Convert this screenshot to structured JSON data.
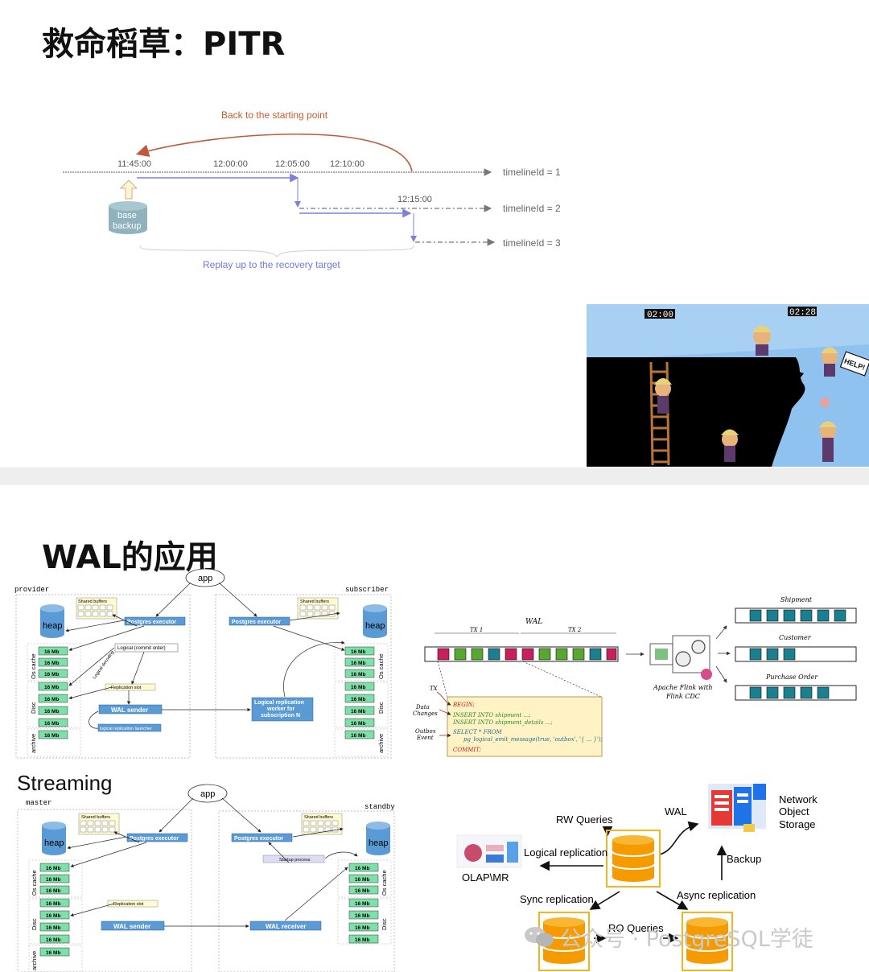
{
  "slide1": {
    "title": "救命稻草：PITR",
    "pitr": {
      "back_label": "Back to the starting point",
      "replay_label": "Replay up to the recovery target",
      "times": [
        "11:45:00",
        "12:00:00",
        "12:05:00",
        "12:10:00",
        "12:15:00"
      ],
      "timelines": [
        "timelineId = 1",
        "timelineId = 2",
        "timelineId = 3"
      ],
      "base_backup": [
        "base",
        "backup"
      ]
    },
    "cartoon": {
      "clock_left": "02:00",
      "clock_right": "02:28",
      "sign": "HELP!"
    }
  },
  "slide2": {
    "title": "WAL的应用",
    "logical": {
      "app": "app",
      "provider": "provider",
      "subscriber": "subscriber",
      "shared_buffers": "Shared buffers",
      "heap": "heap",
      "postgres_executor": "Postgres executor",
      "os_cache": "Os cache",
      "disc": "Disc",
      "archive": "archive",
      "seg": "16 Mb",
      "logical_commit": "Logical (commit order)",
      "logical_decoding": "Logical decoding",
      "replication_slot": "Replication slot",
      "wal_sender": "WAL sender",
      "launcher": "logical replication launcher",
      "worker": [
        "Logical replication",
        "worker for",
        "subscription N"
      ]
    },
    "cdc": {
      "wal": "WAL",
      "tx1": "TX 1",
      "tx2": "TX 2",
      "flink": [
        "Apache Flink with",
        "Flink CDC"
      ],
      "shipment": "Shipment",
      "customer": "Customer",
      "purchase": "Purchase Order",
      "side": [
        "TX",
        "Data",
        "Changes",
        "Outbox",
        "Event"
      ],
      "code": [
        "BEGIN;",
        "INSERT INTO shipment ...;",
        "INSERT INTO shipment_details ...;",
        "SELECT * FROM",
        "pg_logical_emit_message(true, 'outbox', '{ ... }');",
        "COMMIT;"
      ]
    },
    "streaming": {
      "title": "Streaming",
      "app": "app",
      "master": "master",
      "standby": "standby",
      "shared_buffers": "Shared buffers",
      "heap": "heap",
      "postgres_executor": "Postgres executor",
      "startup": "Startup process",
      "os_cache": "Os cache",
      "disc": "Disc",
      "archive": "archive",
      "seg": "16 Mb",
      "replication_slot": "Replication slot",
      "wal_sender": "WAL sender",
      "wal_receiver": "WAL receiver"
    },
    "arch": {
      "rw": "RW Queries",
      "wal": "WAL",
      "nos": [
        "Network",
        "Object",
        "Storage"
      ],
      "logical_replication": "Logical replication",
      "olap": "OLAP\\MR",
      "backup": "Backup",
      "sync": "Sync replication",
      "async": "Async replication",
      "ro": "RO Queries"
    },
    "watermark": "公众号 · PostgreSQL学徒"
  }
}
